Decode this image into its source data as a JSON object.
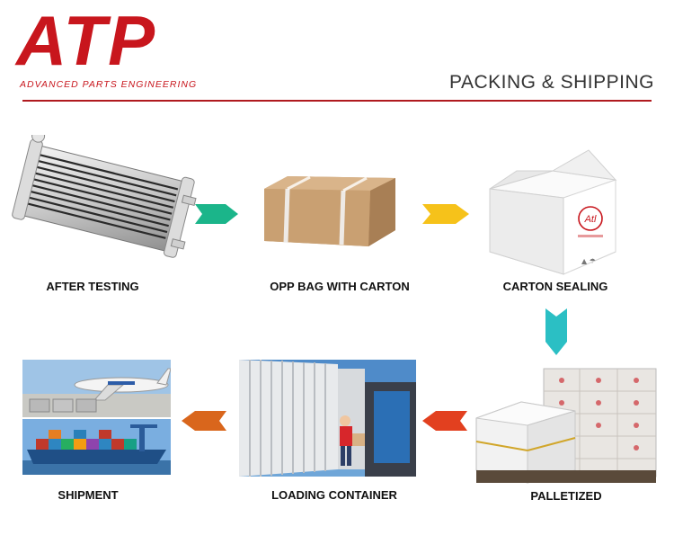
{
  "header": {
    "logo": "ATP",
    "logo_subtitle": "ADVANCED PARTS ENGINEERING",
    "title": "PACKING & SHIPPING"
  },
  "steps": [
    {
      "label": "AFTER TESTING"
    },
    {
      "label": "OPP BAG WITH CARTON"
    },
    {
      "label": "CARTON SEALING"
    },
    {
      "label": "PALLETIZED"
    },
    {
      "label": "LOADING CONTAINER"
    },
    {
      "label": "SHIPMENT"
    }
  ],
  "colors": {
    "brand_red": "#c8161d",
    "arrow_green": "#1bb58a",
    "arrow_yellow": "#f6c21a",
    "arrow_teal": "#2bbfc4",
    "arrow_red": "#e2401f",
    "arrow_orange": "#d9661c"
  },
  "carton_logo": "Atl"
}
